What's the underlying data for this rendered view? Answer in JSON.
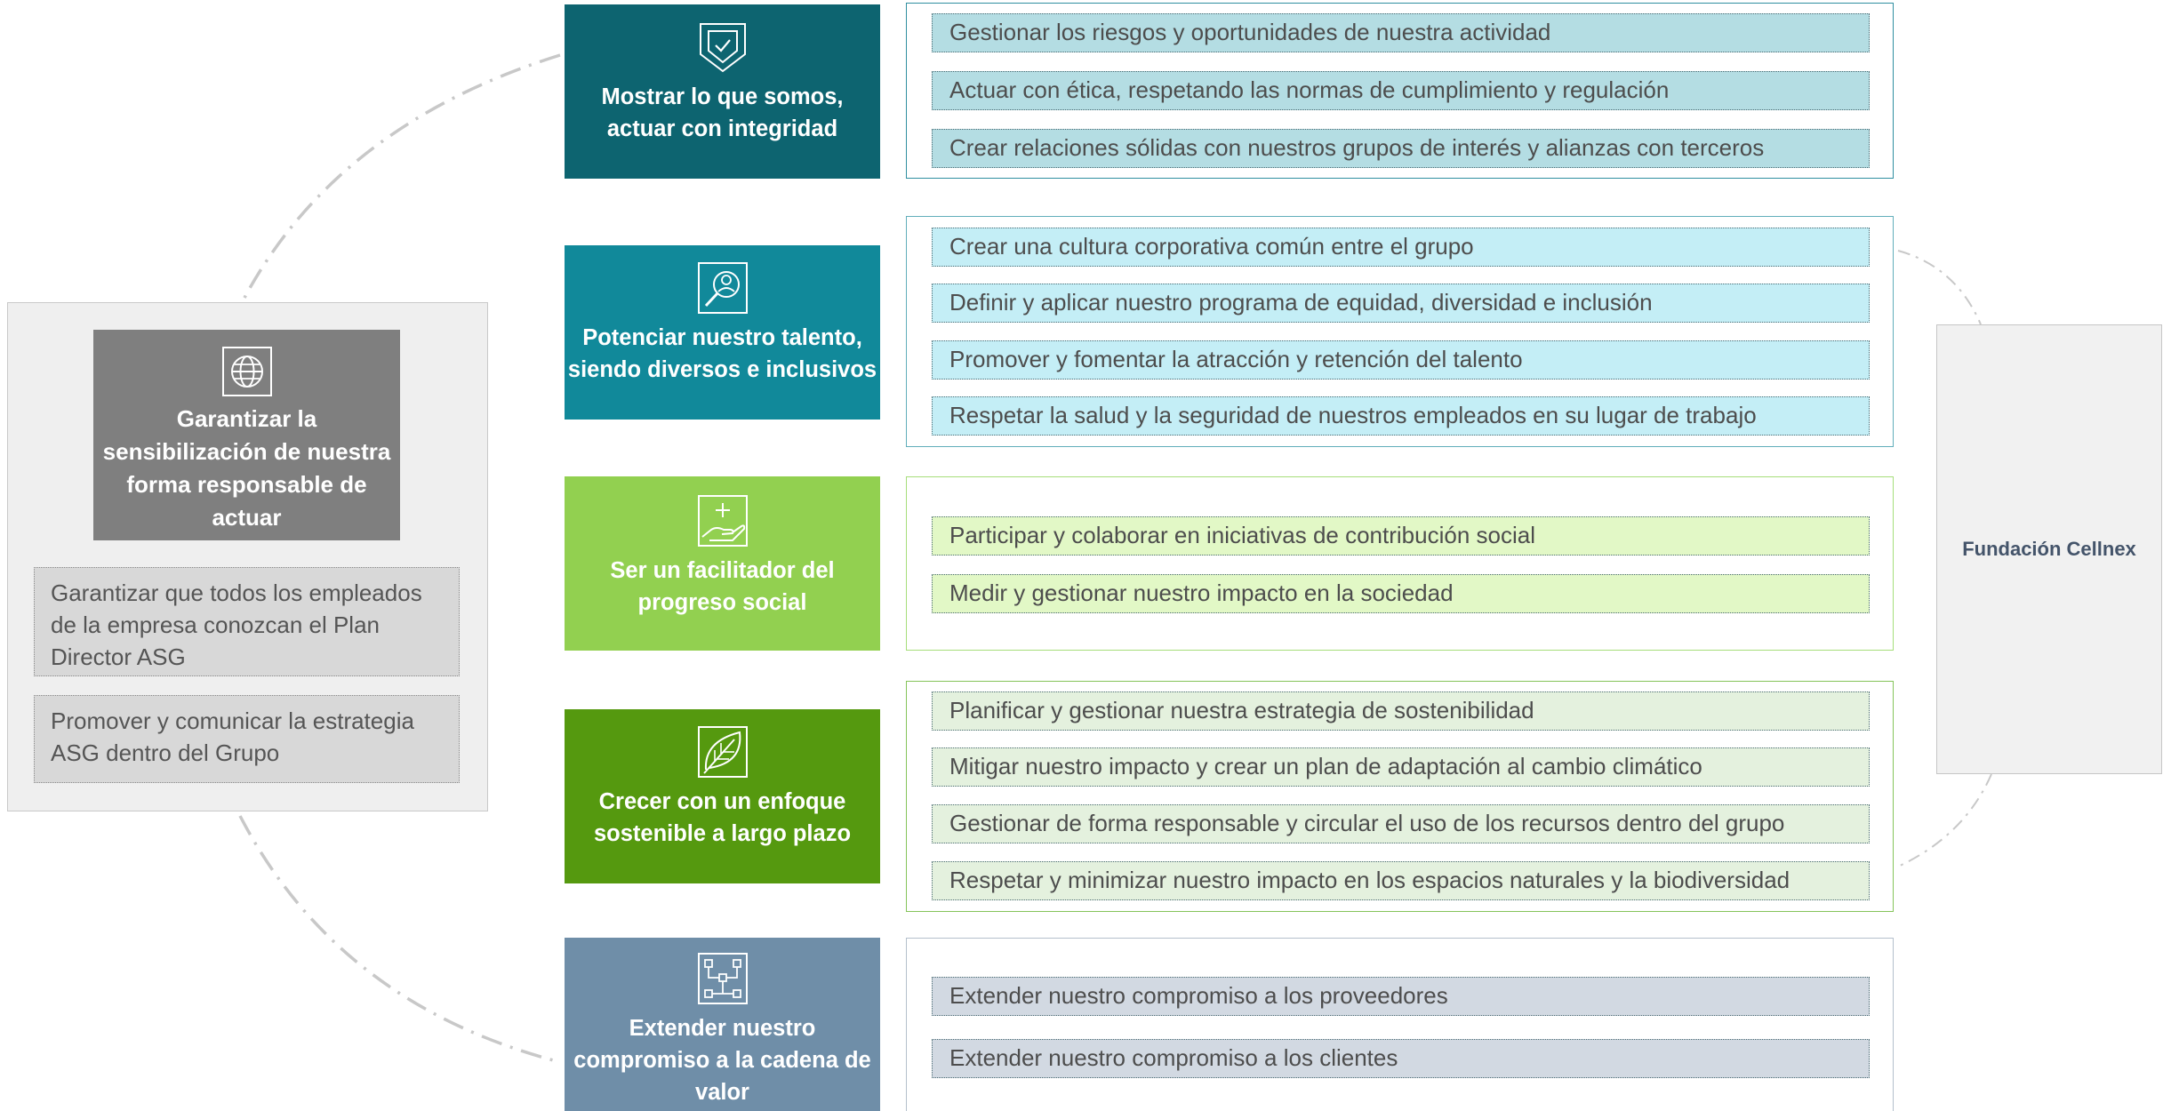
{
  "colors": {
    "pillar1": "#0d6470",
    "pillar2": "#11899a",
    "pillar3": "#92d050",
    "pillar4": "#55990f",
    "pillar5": "#6f8ea8",
    "item1": "#b4dde3",
    "item2": "#c4eef6",
    "item3": "#e2f8c6",
    "item4": "#e4f1de",
    "item5": "#d2d9e2",
    "border1": "#2f8fa0",
    "border2": "#61aebb",
    "border3": "#a6de7a",
    "border4": "#85c45a",
    "border5": "#b4c0cc"
  },
  "left_panel": {
    "header_icon": "globe-icon",
    "header": "Garantizar la sensibilización de nuestra forma responsable de actuar",
    "items": [
      "Garantizar que todos los empleados de la empresa conozcan el Plan Director ASG",
      "Promover y comunicar la estrategia ASG dentro del Grupo"
    ]
  },
  "pillars": [
    {
      "title": "Mostrar lo que somos, actuar con integridad",
      "icon": "shield-check-icon",
      "items": [
        "Gestionar los riesgos y oportunidades de nuestra actividad",
        "Actuar con ética, respetando las normas de cumplimiento y regulación",
        "Crear relaciones sólidas con nuestros grupos de interés y alianzas con terceros"
      ]
    },
    {
      "title": "Potenciar nuestro talento, siendo diversos e inclusivos",
      "icon": "person-search-icon",
      "items": [
        "Crear una cultura corporativa común entre el grupo",
        "Definir y aplicar nuestro programa de equidad, diversidad e inclusión",
        "Promover y fomentar la atracción y retención del talento",
        "Respetar la salud y la seguridad de nuestros empleados en su lugar de trabajo"
      ]
    },
    {
      "title": "Ser un facilitador del progreso social",
      "icon": "hand-plus-icon",
      "items": [
        "Participar y colaborar en iniciativas de contribución social",
        "Medir y gestionar nuestro impacto en la sociedad"
      ]
    },
    {
      "title": "Crecer con un enfoque sostenible a largo plazo",
      "icon": "leaf-icon",
      "items": [
        "Planificar y gestionar nuestra estrategia de sostenibilidad",
        "Mitigar nuestro impacto y crear un plan de adaptación al cambio climático",
        "Gestionar de forma responsable y circular el uso de los recursos dentro del grupo",
        "Respetar y minimizar nuestro impacto en los espacios naturales y la biodiversidad"
      ]
    },
    {
      "title": "Extender nuestro compromiso a la cadena de valor",
      "icon": "network-icon",
      "items": [
        "Extender nuestro compromiso a los proveedores",
        "Extender nuestro compromiso a los clientes"
      ]
    }
  ],
  "right_box": {
    "label": "Fundación Cellnex"
  }
}
